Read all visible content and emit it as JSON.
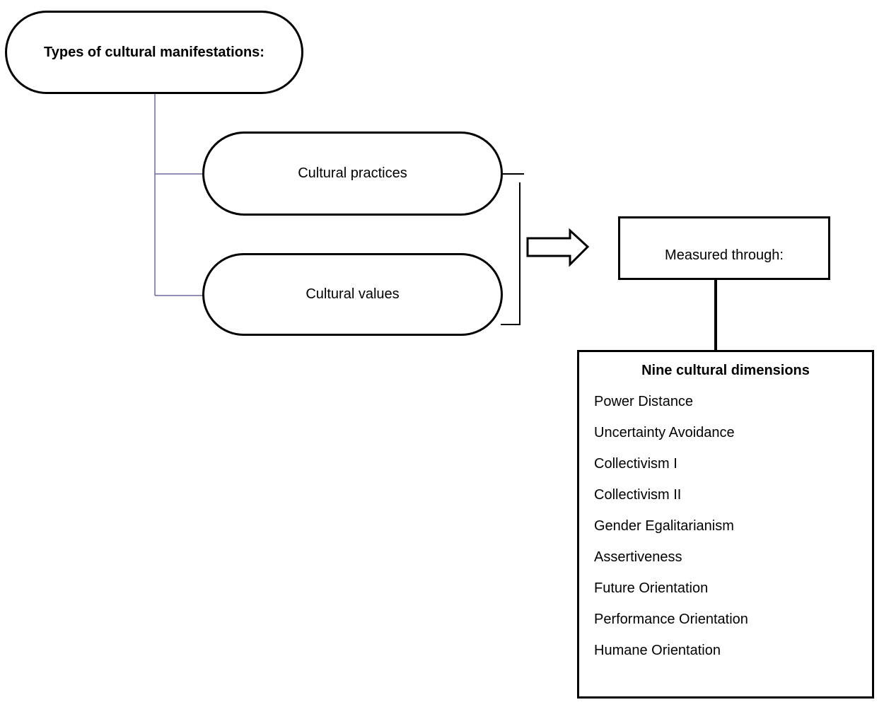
{
  "diagram": {
    "root": {
      "label": "Types of cultural manifestations:"
    },
    "branches": [
      {
        "label": "Cultural practices"
      },
      {
        "label": "Cultural values"
      }
    ],
    "measured": {
      "label": "Measured through:"
    },
    "dimensions": {
      "title": "Nine cultural dimensions",
      "items": [
        "Power Distance",
        "Uncertainty Avoidance",
        "Collectivism I",
        "Collectivism II",
        "Gender Egalitarianism",
        "Assertiveness",
        "Future Orientation",
        "Performance Orientation",
        "Humane Orientation"
      ]
    },
    "colors": {
      "tree_connector": "#6b6b9e",
      "outline": "#000000",
      "background": "#ffffff"
    }
  }
}
